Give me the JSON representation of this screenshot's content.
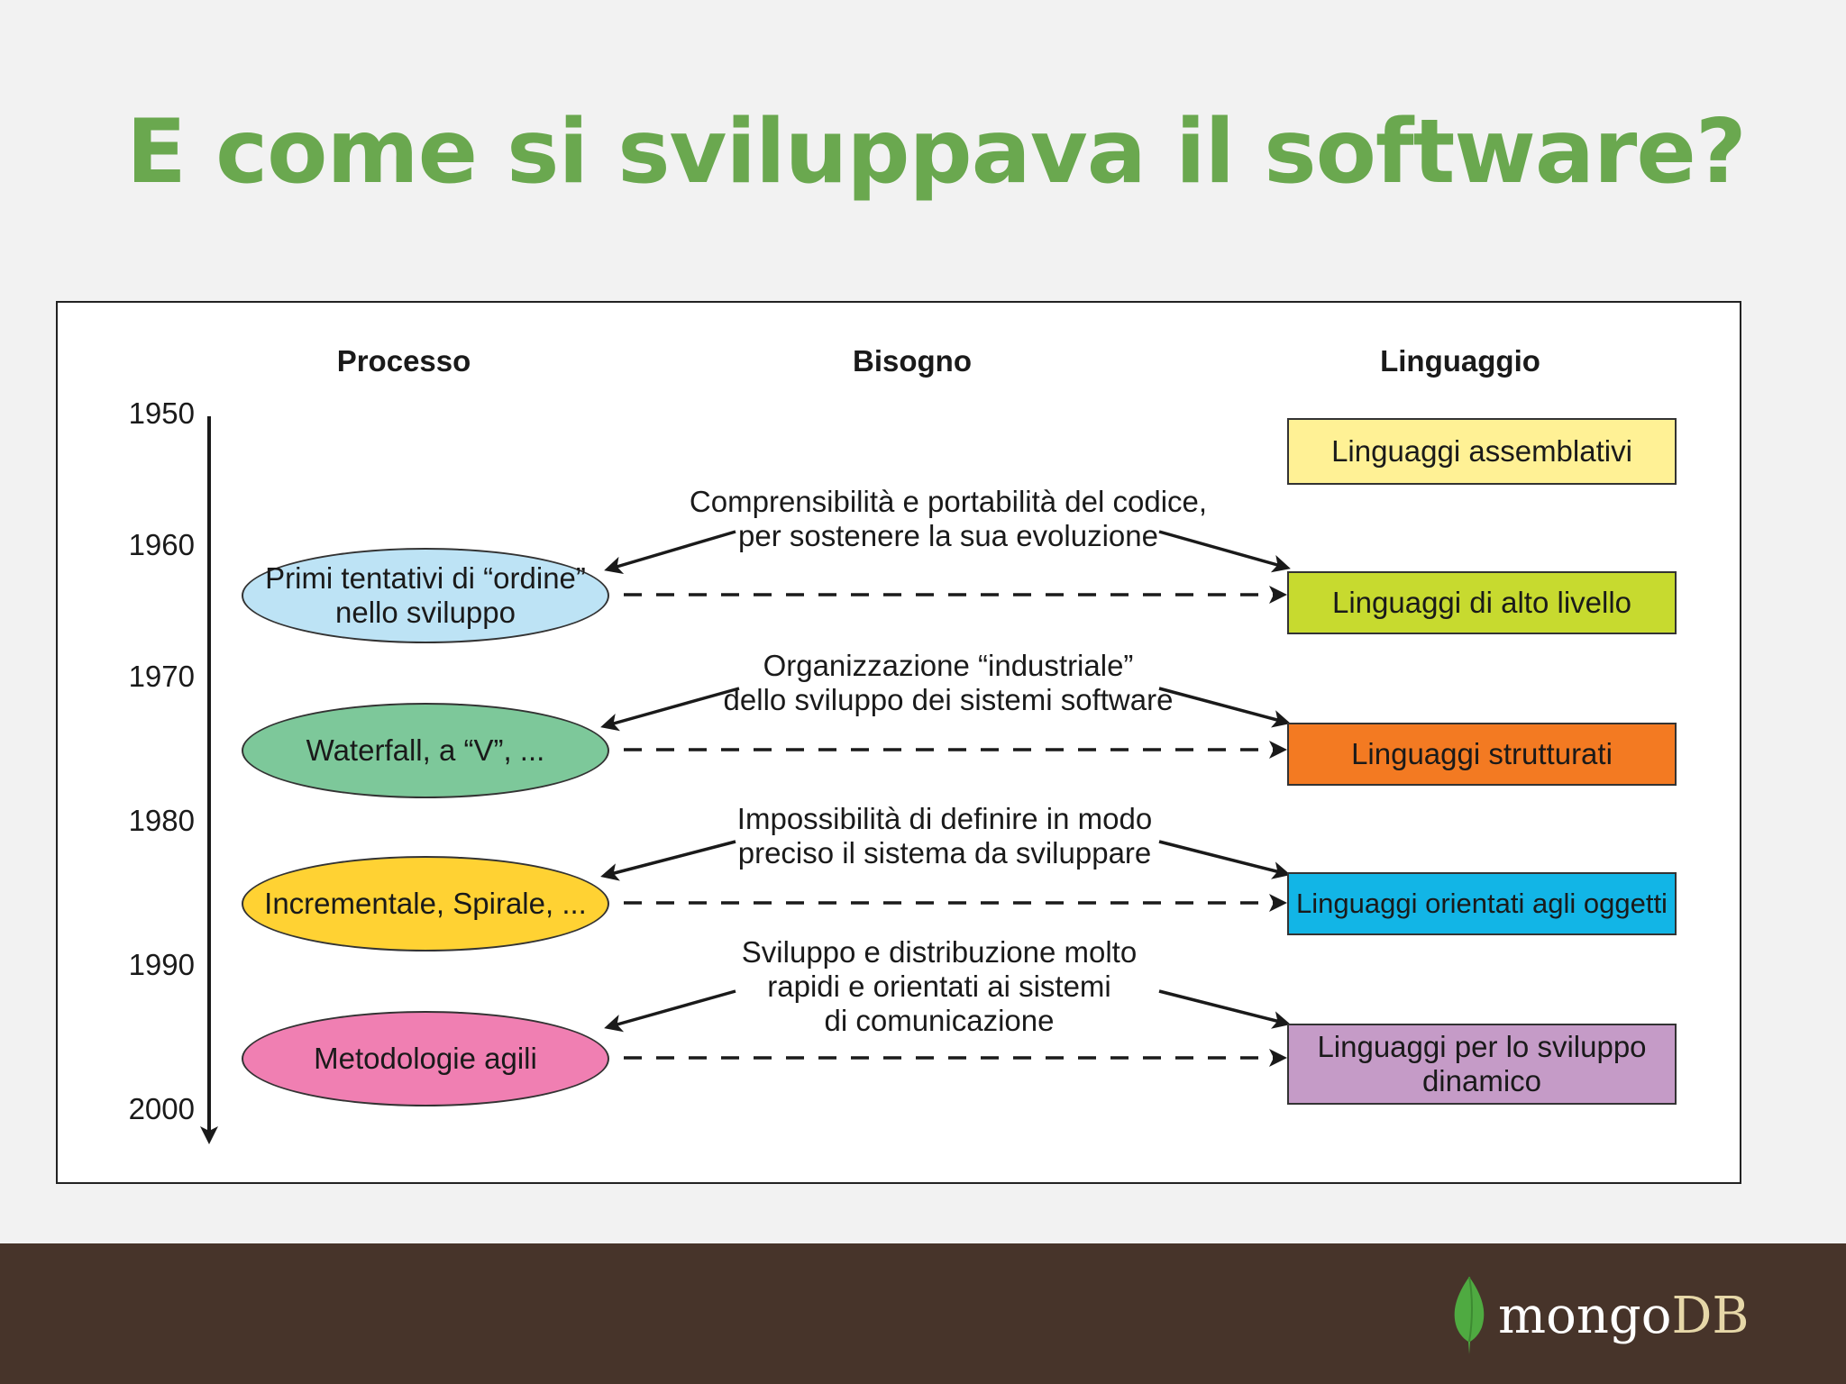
{
  "slide": {
    "title": "E come si sviluppava il software?"
  },
  "diagram": {
    "headers": {
      "process": "Processo",
      "need": "Bisogno",
      "language": "Linguaggio"
    },
    "years": [
      "1950",
      "1960",
      "1970",
      "1980",
      "1990",
      "2000"
    ],
    "processes": [
      {
        "label": "Primi tentativi di “ordine”\nnello sviluppo",
        "color": "#bde3f5"
      },
      {
        "label": "Waterfall, a “V”, ...",
        "color": "#7dc89a"
      },
      {
        "label": "Incrementale, Spirale, ...",
        "color": "#ffd233"
      },
      {
        "label": "Metodologie agili",
        "color": "#f07fb2"
      }
    ],
    "needs": [
      {
        "text": "Comprensibilità e portabilità del codice,\nper sostenere la sua evoluzione"
      },
      {
        "text": "Organizzazione “industriale”\ndello sviluppo dei sistemi software"
      },
      {
        "text": "Impossibilità di definire in modo\npreciso il sistema da sviluppare"
      },
      {
        "text": "Sviluppo e distribuzione molto\nrapidi e orientati ai sistemi\ndi comunicazione"
      }
    ],
    "languages": [
      {
        "label": "Linguaggi assemblativi",
        "color": "#fff195"
      },
      {
        "label": "Linguaggi di alto livello",
        "color": "#c7da2f"
      },
      {
        "label": "Linguaggi strutturati",
        "color": "#f37a22"
      },
      {
        "label": "Linguaggi orientati agli oggetti",
        "color": "#12b5e6"
      },
      {
        "label": "Linguaggi per lo sviluppo\ndinamico",
        "color": "#c59bc7"
      }
    ]
  },
  "footer": {
    "logo_text_main": "mongo",
    "logo_text_accent": "DB",
    "logo_icon": "mongodb-leaf-icon",
    "background": "#47342a"
  }
}
